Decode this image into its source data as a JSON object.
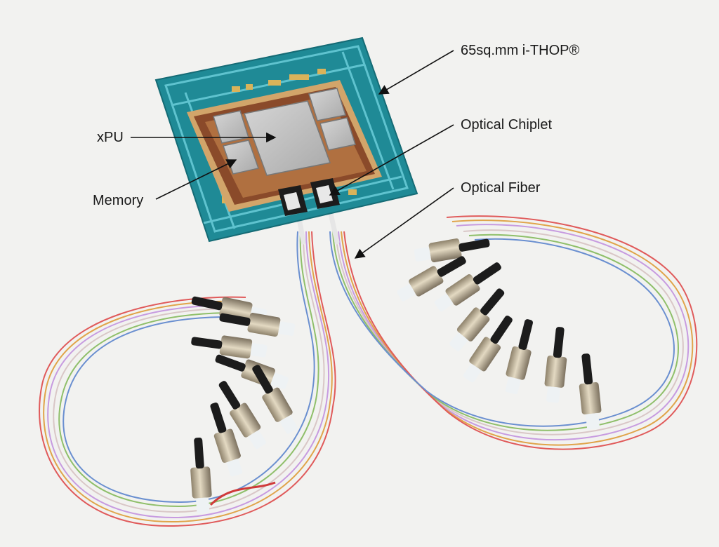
{
  "callouts": {
    "package": "65sq.mm i-THOP®",
    "optical_chiplet": "Optical Chiplet",
    "optical_fiber": "Optical Fiber",
    "xpu": "xPU",
    "memory": "Memory"
  },
  "colors": {
    "background": "#f2f2f0",
    "substrate": "#1f8a96",
    "substrate_grid": "#5fc3cf",
    "pad_gold": "#d9b35a",
    "interposer_copper": "#8a4a2a",
    "die_silver": "#c9c9c9",
    "fiber_jacket": "#e8e8e8",
    "connector_metal": "#b9ad94",
    "connector_boot": "#1c1c1c",
    "arrow": "#111111"
  }
}
